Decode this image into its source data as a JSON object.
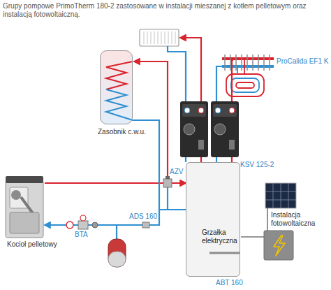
{
  "diagram": {
    "title": "Grupy pompowe PrimoTherm 180-2 zastosowane w instalacji mieszanej z kotłem pelletowym oraz instalacją fotowoltaiczną.",
    "nodes": [
      {
        "text": [
          "Zasobnik c.w.u."
        ]
      },
      {
        "text": [
          "ProCalida EF1 K"
        ]
      },
      {
        "text": [
          "KSV 125-2"
        ]
      },
      {
        "text": [
          "Kocioł pelletowy"
        ]
      },
      {
        "text": [
          "ABT 160"
        ]
      },
      {
        "text": [
          "Grzałka elektryczna"
        ],
        "in": 4
      },
      {
        "text": [
          "Instalacja fotowoltaiczna"
        ]
      }
    ],
    "edges": [
      {
        "from": 6,
        "to": 5,
        "arrow": "none"
      }
    ],
    "labels": [
      "AZV",
      "ADS 160",
      "BTA"
    ]
  }
}
